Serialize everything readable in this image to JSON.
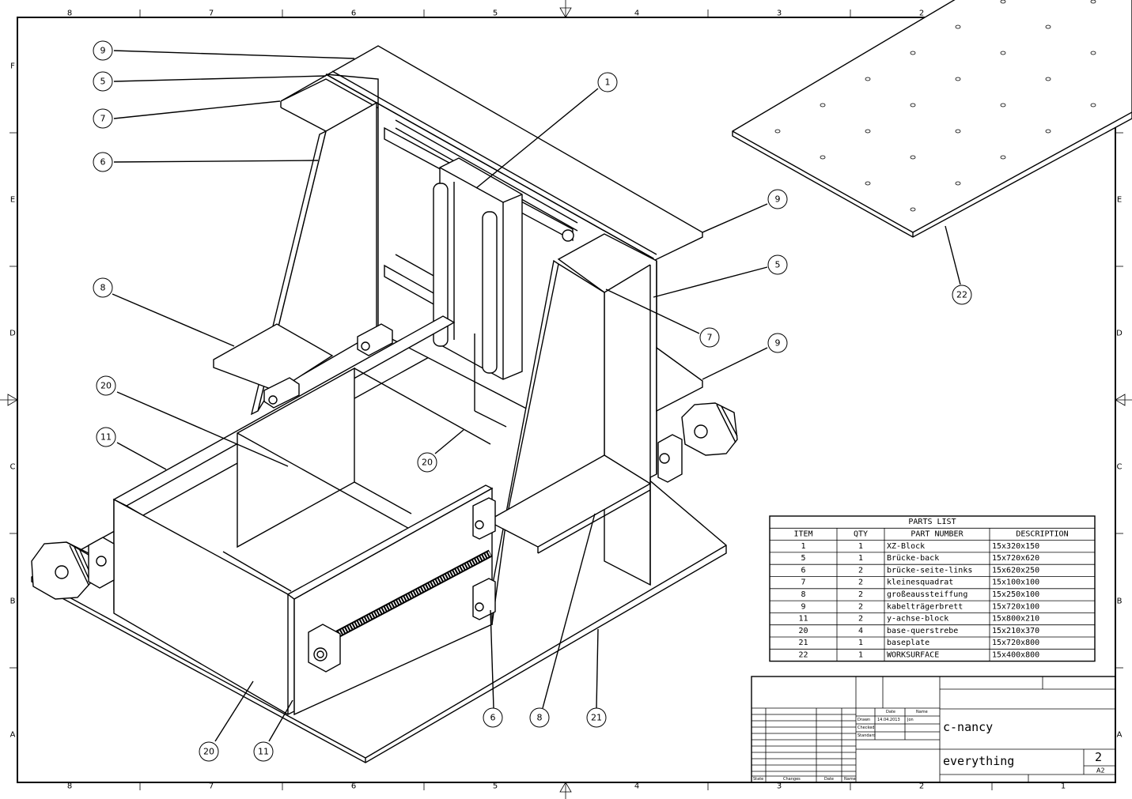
{
  "frame": {
    "columns": [
      "8",
      "7",
      "6",
      "5",
      "4",
      "3",
      "2",
      "1"
    ],
    "rows": [
      "F",
      "E",
      "D",
      "C",
      "B",
      "A"
    ]
  },
  "balloons": [
    {
      "id": "b9a",
      "label": "9"
    },
    {
      "id": "b5a",
      "label": "5"
    },
    {
      "id": "b7a",
      "label": "7"
    },
    {
      "id": "b6a",
      "label": "6"
    },
    {
      "id": "b8a",
      "label": "8"
    },
    {
      "id": "b20a",
      "label": "20"
    },
    {
      "id": "b11a",
      "label": "11"
    },
    {
      "id": "b1",
      "label": "1"
    },
    {
      "id": "b9b",
      "label": "9"
    },
    {
      "id": "b5b",
      "label": "5"
    },
    {
      "id": "b7b",
      "label": "7"
    },
    {
      "id": "b9c",
      "label": "9"
    },
    {
      "id": "b20b",
      "label": "20"
    },
    {
      "id": "b22",
      "label": "22"
    },
    {
      "id": "b20c",
      "label": "20"
    },
    {
      "id": "b11b",
      "label": "11"
    },
    {
      "id": "b6b",
      "label": "6"
    },
    {
      "id": "b8b",
      "label": "8"
    },
    {
      "id": "b21",
      "label": "21"
    }
  ],
  "parts_list": {
    "title": "PARTS LIST",
    "headers": [
      "ITEM",
      "QTY",
      "PART NUMBER",
      "DESCRIPTION"
    ],
    "rows": [
      [
        "1",
        "1",
        "XZ-Block",
        "15x320x150"
      ],
      [
        "5",
        "1",
        "Brücke-back",
        "15x720x620"
      ],
      [
        "6",
        "2",
        "brücke-seite-links",
        "15x620x250"
      ],
      [
        "7",
        "2",
        "kleinesquadrat",
        "15x100x100"
      ],
      [
        "8",
        "2",
        "großeaussteiffung",
        "15x250x100"
      ],
      [
        "9",
        "2",
        "kabelträgerbrett",
        "15x720x100"
      ],
      [
        "11",
        "2",
        "y-achse-block",
        "15x800x210"
      ],
      [
        "20",
        "4",
        "base-querstrebe",
        "15x210x370"
      ],
      [
        "21",
        "1",
        "baseplate",
        "15x720x800"
      ],
      [
        "22",
        "1",
        "WORKSURFACE",
        "15x400x800"
      ]
    ]
  },
  "title_block": {
    "col_date": "Date",
    "col_name": "Name",
    "row_drawn": "Drawn",
    "row_checked": "Checked",
    "row_standard": "Standard",
    "drawn_date": "14.04.2013",
    "drawn_name": "Jon",
    "state": "State",
    "changes": "Changes",
    "date": "Date",
    "name": "Name",
    "title": "c-nancy",
    "drawing_name": "everything",
    "sheet": "2",
    "size": "A2"
  }
}
